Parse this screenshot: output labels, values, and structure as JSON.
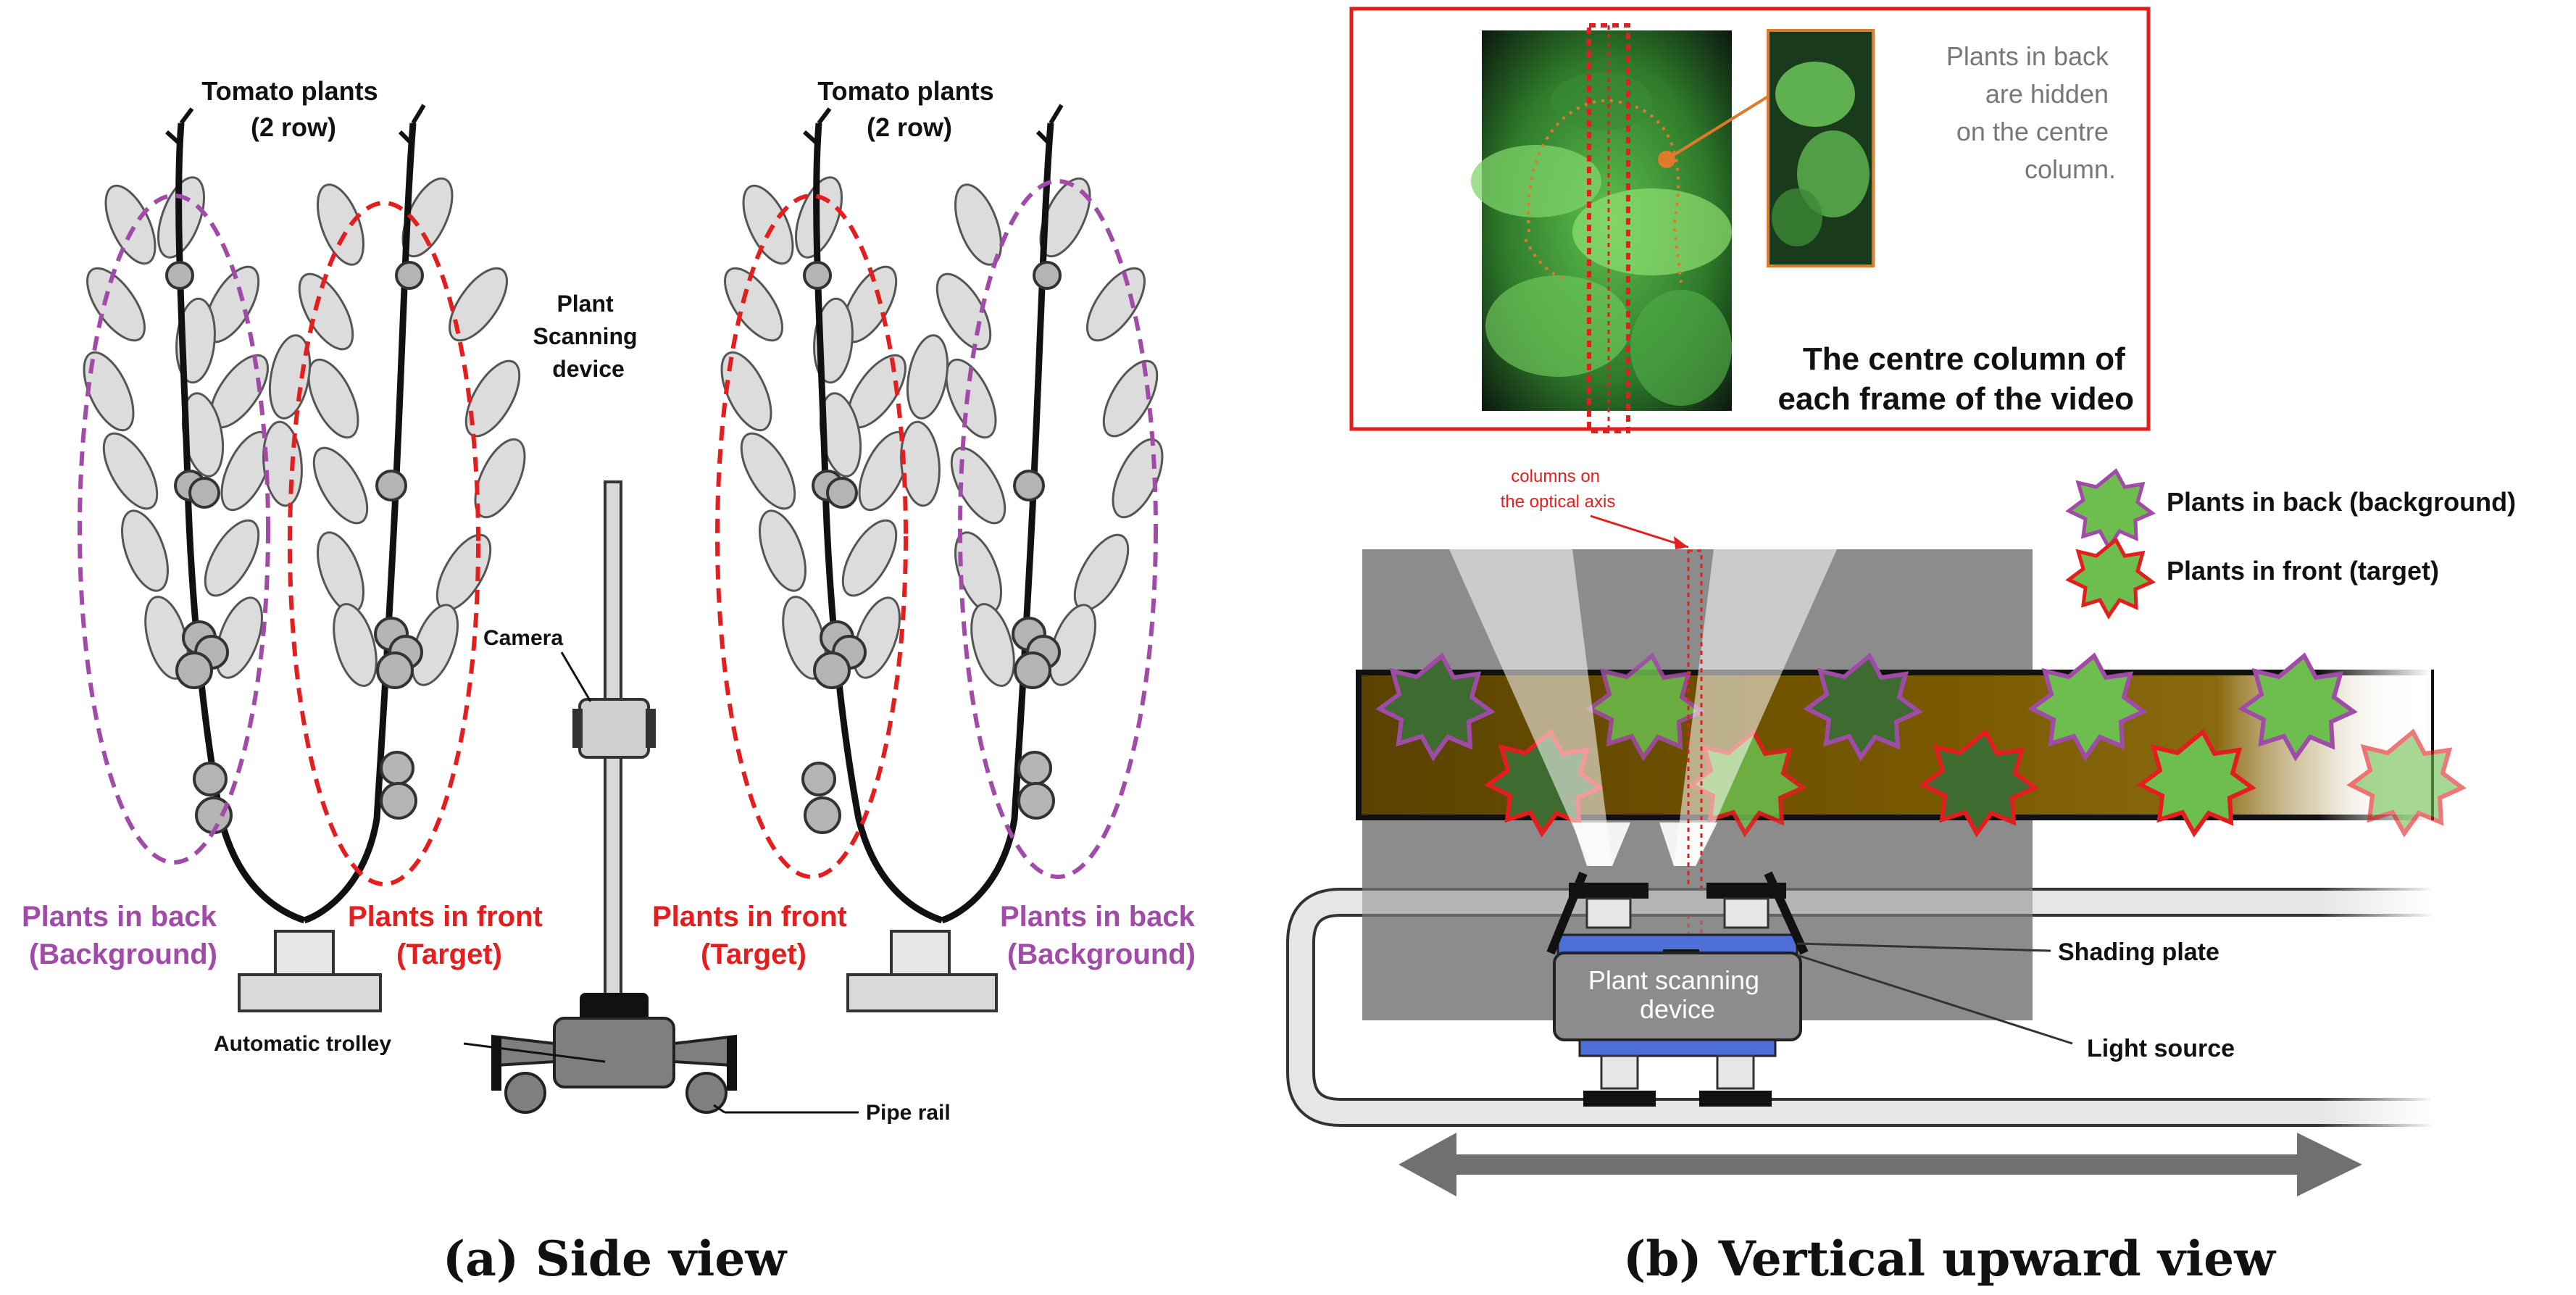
{
  "side_view": {
    "tomato_left": [
      "Tomato plants",
      "(2 row)"
    ],
    "tomato_right": [
      "Tomato plants",
      "(2 row)"
    ],
    "scanning_device": [
      "Plant",
      "Scanning",
      "device"
    ],
    "camera": "Camera",
    "automatic_trolley": "Automatic trolley",
    "pipe_rail": "Pipe rail",
    "back_left": [
      "Plants in back",
      "(Background)"
    ],
    "front_left": [
      "Plants in front",
      "(Target)"
    ],
    "front_right": [
      "Plants in front",
      "(Target)"
    ],
    "back_right": [
      "Plants in back",
      "(Background)"
    ],
    "caption": "(a) Side view"
  },
  "upward_view": {
    "hidden_note": [
      "Plants in back",
      "are hidden",
      "on the centre",
      "column."
    ],
    "centre_column": [
      "The centre column of",
      "each frame of the video"
    ],
    "optical_axis": [
      "columns on",
      "the optical axis"
    ],
    "legend_back": "Plants in back (background)",
    "legend_front": "Plants in front (target)",
    "shading_plate": "Shading plate",
    "light_source": "Light source",
    "device": [
      "Plant scanning",
      "device"
    ],
    "caption": "(b) Vertical upward view"
  },
  "colors": {
    "purple": "#A14BA8",
    "red": "#E41E1E",
    "leaf": "#DCDCDC",
    "leaf_stroke": "#555555",
    "stem": "#111111",
    "trolley": "#7F7F7F",
    "band": "#5A4200",
    "grey_area": "#8C8C8C",
    "blue": "#4E6FD8",
    "star_green": "#3E6B30",
    "star_green_light": "#6DBE4E"
  }
}
